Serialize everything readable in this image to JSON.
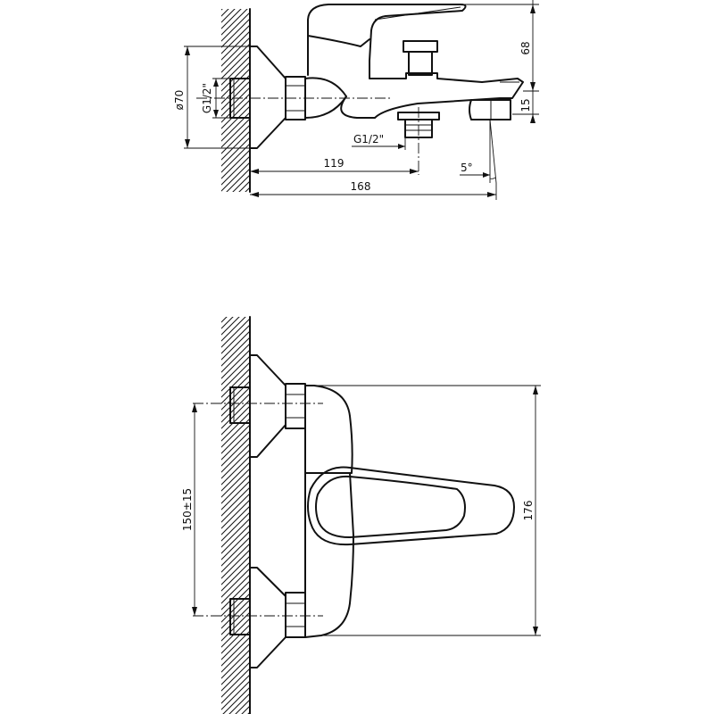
{
  "top_view": {
    "dims": {
      "flange_diameter": "ø70",
      "inlet_thread": "G1/2\"",
      "height_lever": "68",
      "height_spout": "15",
      "outlet_thread": "G1/2\"",
      "spout_offset": "119",
      "total_length": "168",
      "angle": "5°"
    }
  },
  "front_view": {
    "dims": {
      "center_distance": "150±15",
      "total_height": "176"
    }
  }
}
